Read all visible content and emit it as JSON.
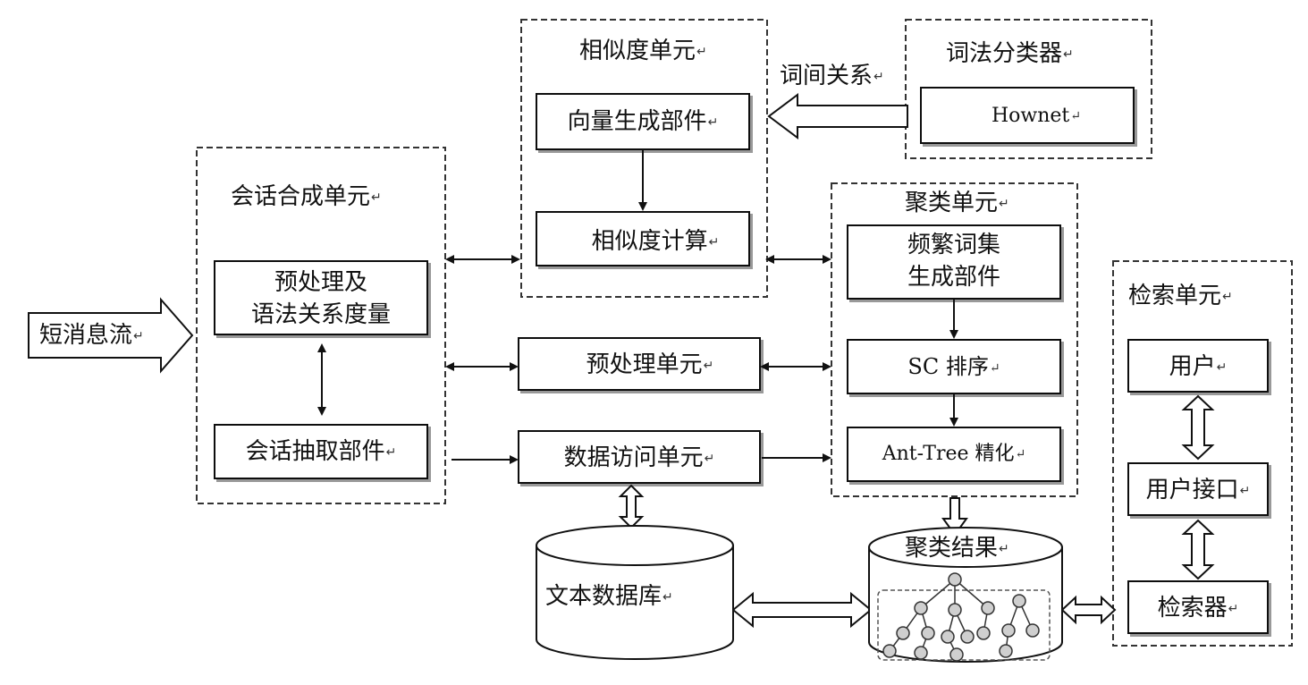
{
  "units": {
    "session": {
      "title": "会话合成单元",
      "parts": [
        "预处理及\n语法关系度量",
        "会话抽取部件"
      ]
    },
    "similarity": {
      "title": "相似度单元",
      "parts": [
        "向量生成部件",
        "相似度计算"
      ]
    },
    "lexical": {
      "title": "词法分类器",
      "parts": [
        "Hownet"
      ]
    },
    "clustering": {
      "title": "聚类单元",
      "parts": [
        "频繁词集\n生成部件",
        "SC 排序",
        "Ant-Tree 精化"
      ]
    },
    "retrieval": {
      "title": "检索单元",
      "parts": [
        "用户",
        "用户接口",
        "检索器"
      ]
    }
  },
  "standalone": {
    "preprocess": "预处理单元",
    "data_access": "数据访问单元"
  },
  "databases": {
    "text_db": "文本数据库",
    "cluster_result": "聚类结果"
  },
  "labels": {
    "input_stream": "短消息流",
    "word_relation": "词间关系"
  }
}
